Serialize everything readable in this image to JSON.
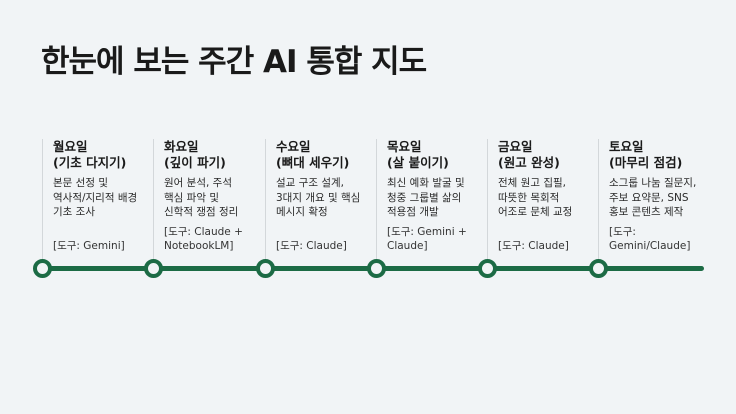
{
  "title": "한눈에 보는 주간 AI 통합 지도",
  "accent_color": "#1c6b45",
  "days": [
    {
      "day": "월요일",
      "theme": "(기초 다지기)",
      "body": [
        "본문 선정 및",
        "역사적/지리적 배경",
        "기초 조사"
      ],
      "tool": "[도구: Gemini]"
    },
    {
      "day": "화요일",
      "theme": "(깊이 파기)",
      "body": [
        "원어 분석, 주석",
        "핵심 파악 및",
        "신학적 쟁점 정리"
      ],
      "tool": "[도구: Claude + NotebookLM]"
    },
    {
      "day": "수요일",
      "theme": "(뼈대 세우기)",
      "body": [
        "설교 구조 설계,",
        "3대지 개요 및 핵심",
        "메시지 확정"
      ],
      "tool": "[도구: Claude]"
    },
    {
      "day": "목요일",
      "theme": "(살 붙이기)",
      "body": [
        "최신 예화 발굴 및",
        "청중 그룹별 삶의",
        "적용점 개발"
      ],
      "tool": "[도구: Gemini + Claude]"
    },
    {
      "day": "금요일",
      "theme": "(원고 완성)",
      "body": [
        "전체 원고 집필,",
        "따뜻한 목회적",
        "어조로 문체 교정"
      ],
      "tool": "[도구: Claude]"
    },
    {
      "day": "토요일",
      "theme": "(마무리 점검)",
      "body": [
        "소그룹 나눔 질문지,",
        "주보 요약문, SNS",
        "홍보 콘텐츠 제작"
      ],
      "tool": "[도구: Gemini/Claude]"
    }
  ]
}
